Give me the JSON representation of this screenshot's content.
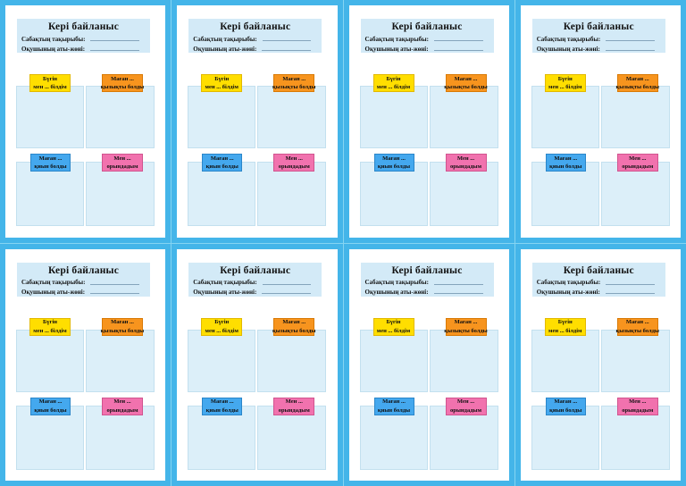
{
  "layout": {
    "card_count": 8
  },
  "colors": {
    "frame_blue": "#44B5E9",
    "seam_light_blue": "#85D4F2",
    "header_bg": "#D3EAF7",
    "answer_box_bg": "#DCEFF9"
  },
  "card": {
    "title": "Кері байланыс",
    "fields": [
      {
        "label": "Сабақтың тақырыбы:",
        "value": ""
      },
      {
        "label": "Оқушының аты-жөні:",
        "value": ""
      }
    ],
    "tabs": [
      {
        "id": "today-learned",
        "color": "#FFDE00",
        "line1": "Бүгін",
        "line2": "мен ... білдім"
      },
      {
        "id": "interesting",
        "color": "#F7941E",
        "line1": "Маған ...",
        "line2": "қызықты болды"
      },
      {
        "id": "difficult",
        "color": "#44A8EE",
        "line1": "Маған ...",
        "line2": "қиын болды"
      },
      {
        "id": "completed",
        "color": "#F172AE",
        "line1": "Мен ...",
        "line2": "орындадым"
      }
    ]
  }
}
